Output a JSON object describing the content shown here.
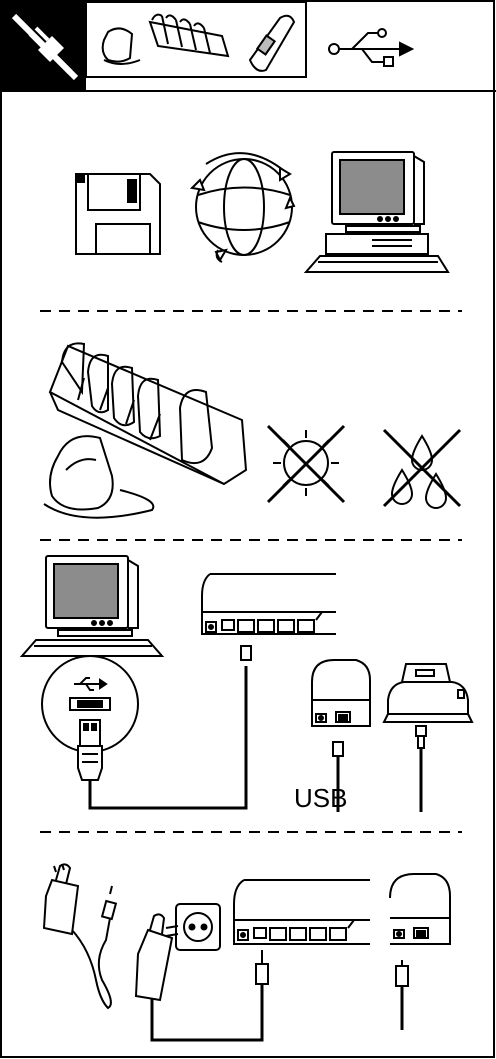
{
  "labels": {
    "usb": "USB"
  },
  "sections": [
    {
      "id": "header",
      "items": [
        "unplug-icon",
        "single-cradle-icon",
        "multi-cradle-icon",
        "handset-icon",
        "usb-symbol-icon"
      ]
    },
    {
      "id": "software",
      "items": [
        "floppy-disk-icon",
        "globe-icon",
        "desktop-computer-icon"
      ]
    },
    {
      "id": "placement",
      "items": [
        "charging-rack-icon",
        "desk-cradle-icon",
        "no-sun-icon",
        "no-water-icon"
      ]
    },
    {
      "id": "usb-connection",
      "items": [
        "computer-icon",
        "usb-port-closeup",
        "usb-plug",
        "base-unit",
        "charger-unit",
        "cradle-unit"
      ]
    },
    {
      "id": "power-connection",
      "items": [
        "power-adapter-icon",
        "wall-socket-icon",
        "base-unit-power",
        "charger-unit-power"
      ]
    }
  ],
  "colors": {
    "line": "#000000",
    "screen": "#8c8c8c",
    "background": "#ffffff"
  }
}
